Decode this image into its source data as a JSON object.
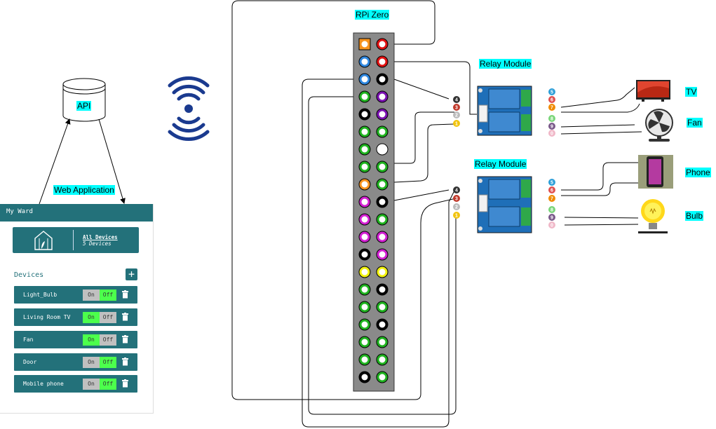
{
  "labels": {
    "rpi": "RPi Zero",
    "relay1": "Relay Module",
    "relay2": "Relay Module",
    "api": "API",
    "web_app": "Web Application",
    "tv": "TV",
    "fan": "Fan",
    "phone": "Phone",
    "bulb": "Bulb"
  },
  "relay_pins": {
    "left": [
      "4",
      "3",
      "2",
      "1"
    ],
    "right": [
      "5",
      "6",
      "7",
      "8",
      "9",
      "0"
    ]
  },
  "app": {
    "title": "My Ward",
    "summary_link": "All Devices",
    "summary_count": "5 Devices",
    "devices_title": "Devices",
    "add_label": "+",
    "devices": [
      {
        "name": "Light_Bulb",
        "on": "On",
        "off": "Off",
        "state": "off"
      },
      {
        "name": "Living Room TV",
        "on": "On",
        "off": "Off",
        "state": "on"
      },
      {
        "name": "Fan",
        "on": "On",
        "off": "Off",
        "state": "on"
      },
      {
        "name": "Door",
        "on": "On",
        "off": "Off",
        "state": "off"
      },
      {
        "name": "Mobile phone",
        "on": "On",
        "off": "Off",
        "state": "off"
      }
    ]
  },
  "colors": {
    "app_teal": "#23717a",
    "toggle_active": "#4cff4c",
    "toggle_inactive": "#c0c0c0",
    "wifi": "#1a3a8f",
    "label_highlight": "#00ffff"
  },
  "gpio_left": [
    "orange-square",
    "blue",
    "blue",
    "green",
    "black",
    "green",
    "green",
    "green",
    "orange",
    "magenta",
    "magenta",
    "magenta",
    "black",
    "yellow",
    "green",
    "green",
    "green",
    "green",
    "green",
    "black"
  ],
  "gpio_right": [
    "red",
    "red",
    "black",
    "purple",
    "purple",
    "green",
    "white",
    "green",
    "green",
    "black",
    "green",
    "magenta",
    "magenta",
    "yellow",
    "black",
    "green",
    "black",
    "green",
    "green",
    "green"
  ]
}
